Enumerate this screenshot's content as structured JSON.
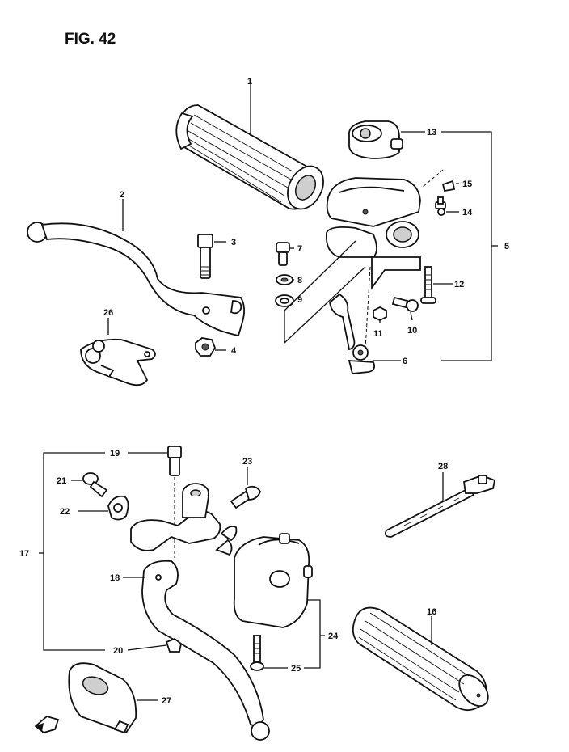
{
  "figure": {
    "title": "FIG. 42"
  },
  "callouts": [
    "1",
    "2",
    "3",
    "4",
    "5",
    "6",
    "7",
    "8",
    "9",
    "10",
    "11",
    "12",
    "13",
    "14",
    "15",
    "16",
    "17",
    "18",
    "19",
    "20",
    "21",
    "22",
    "23",
    "24",
    "25",
    "26",
    "27",
    "28"
  ]
}
